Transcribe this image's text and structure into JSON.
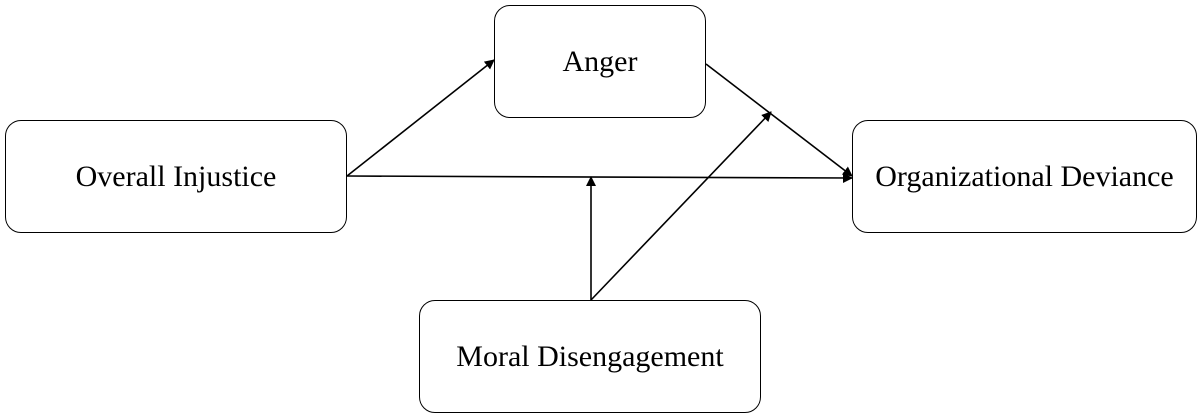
{
  "diagram": {
    "nodes": {
      "overall_injustice": "Overall Injustice",
      "anger": "Anger",
      "organizational_deviance": "Organizational Deviance",
      "moral_disengagement": "Moral Disengagement"
    },
    "edges": [
      {
        "from": "Overall Injustice",
        "to": "Anger"
      },
      {
        "from": "Anger",
        "to": "Organizational Deviance"
      },
      {
        "from": "Overall Injustice",
        "to": "Organizational Deviance"
      },
      {
        "from": "Moral Disengagement",
        "to": "Overall Injustice → Organizational Deviance"
      },
      {
        "from": "Moral Disengagement",
        "to": "Anger → Organizational Deviance"
      }
    ],
    "colors": {
      "stroke": "#000000",
      "background": "#ffffff"
    }
  }
}
